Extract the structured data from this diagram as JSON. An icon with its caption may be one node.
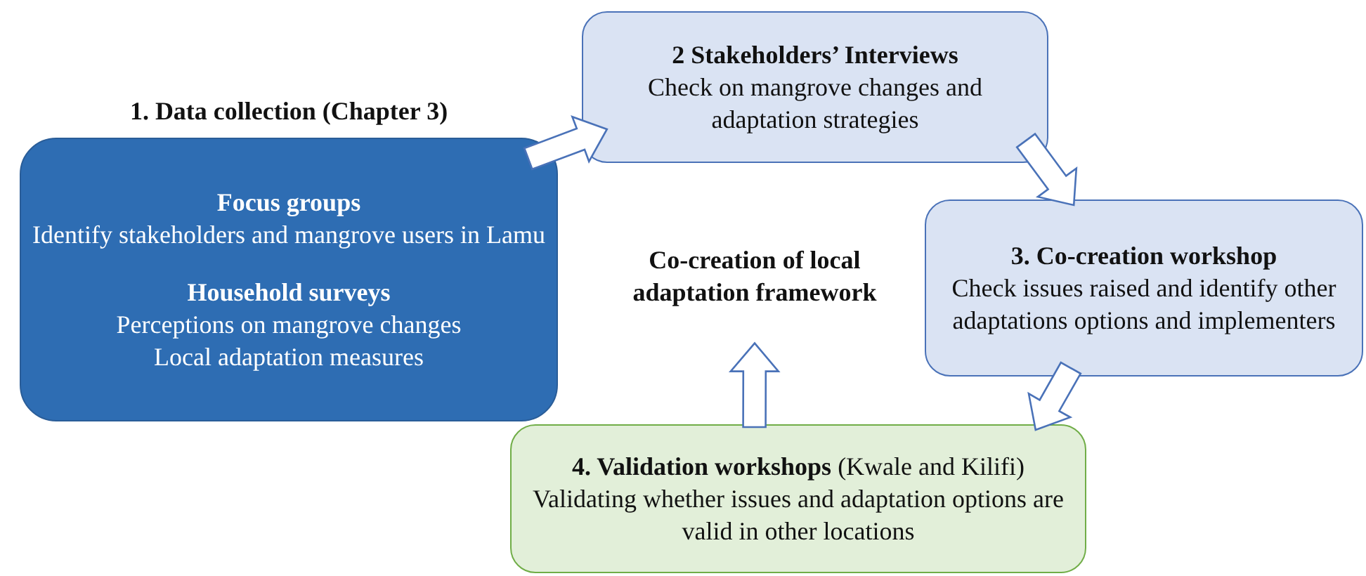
{
  "diagram": {
    "nodes": [
      {
        "text": [
          "1. Data collection (Chapter 3)",
          "Focus groups",
          "Identify stakeholders and mangrove users in Lamu",
          "Household surveys",
          "Perceptions on mangrove changes",
          "Local adaptation measures"
        ]
      },
      {
        "text": [
          "2 Stakeholders’ Interviews",
          "Check on mangrove changes and adaptation strategies"
        ]
      },
      {
        "text": [
          "3. Co-creation workshop",
          "Check issues raised and identify other adaptations options and implementers"
        ]
      },
      {
        "text": [
          "**4. Validation workshops** (Kwale and Kilifi)",
          "Validating whether issues and adaptation options are valid in other locations"
        ]
      },
      {
        "text": [
          "Co-creation of local adaptation framework"
        ]
      }
    ],
    "edges": [
      {
        "from": 0,
        "to": 1,
        "arrow": "to"
      },
      {
        "from": 1,
        "to": 2,
        "arrow": "to"
      },
      {
        "from": 2,
        "to": 3,
        "arrow": "to"
      },
      {
        "from": 3,
        "to": 4,
        "arrow": "to"
      }
    ]
  }
}
